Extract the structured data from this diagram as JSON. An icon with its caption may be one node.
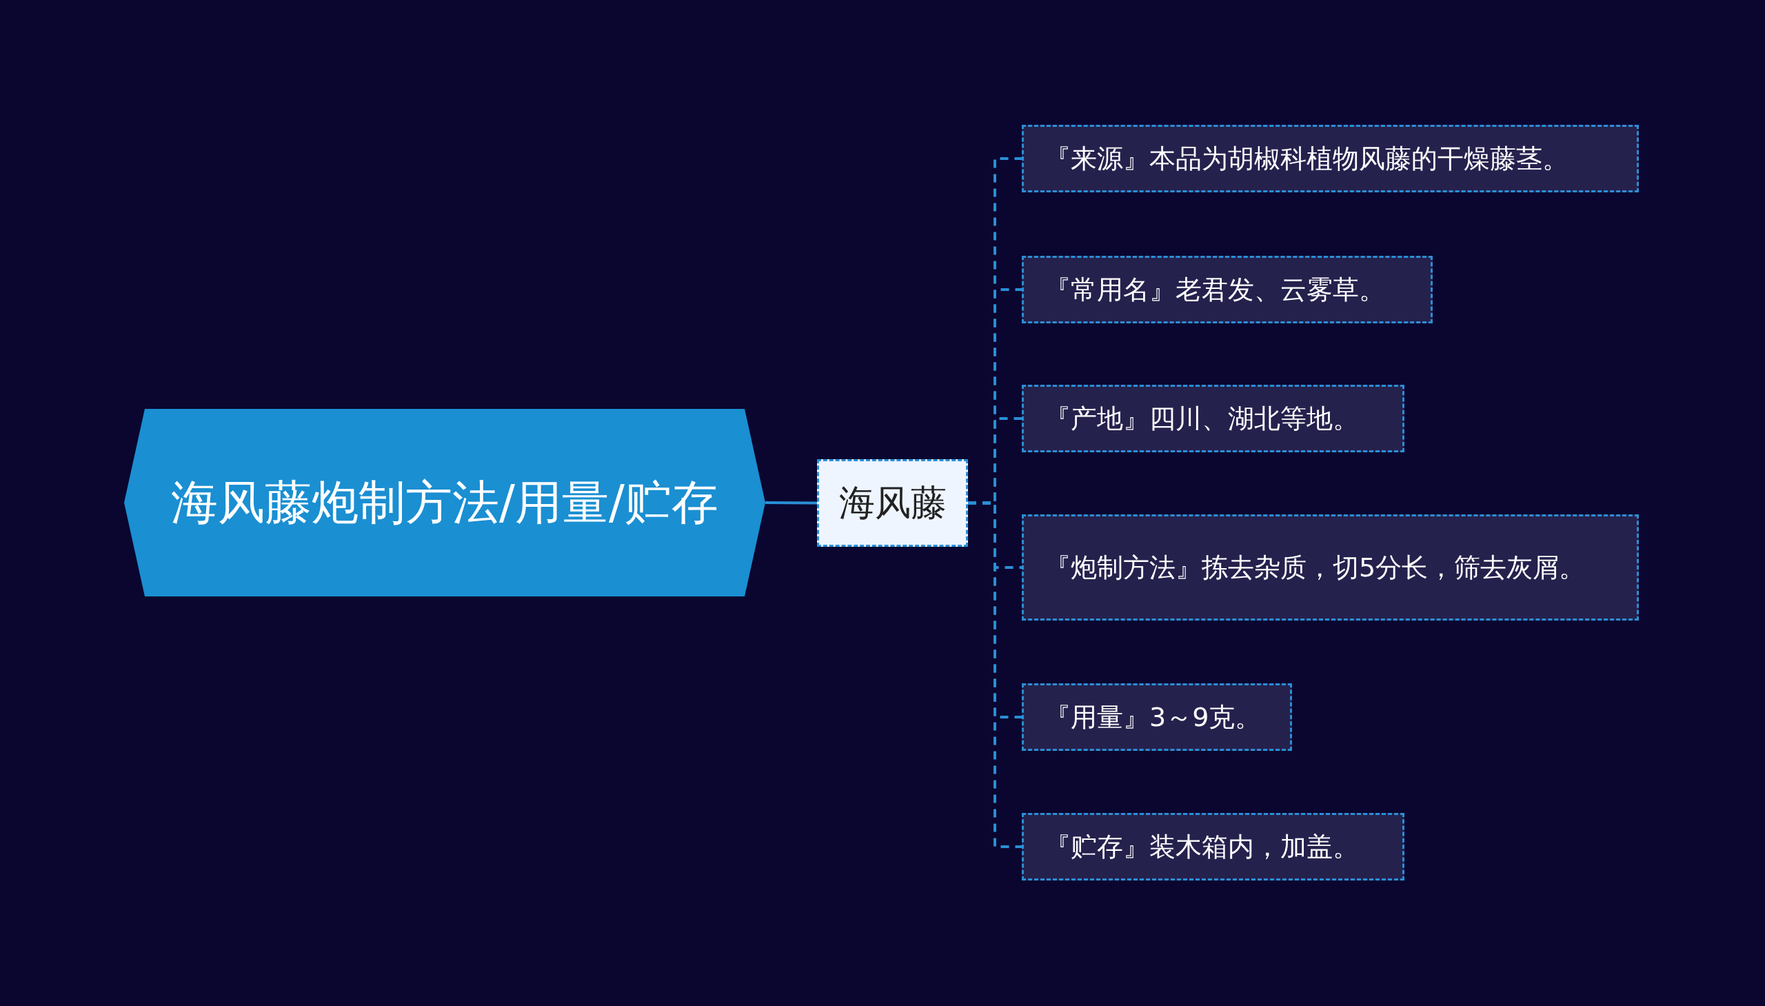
{
  "diagram": {
    "nodes": [
      {
        "text": [
          "海风藤炮制方法/用量/贮存"
        ]
      },
      {
        "text": [
          "海风藤"
        ]
      },
      {
        "text": [
          "『来源』本品为胡椒科植物风藤的干燥藤茎。"
        ]
      },
      {
        "text": [
          "『常用名』老君发、云雾草。"
        ]
      },
      {
        "text": [
          "『产地』四川、湖北等地。"
        ]
      },
      {
        "text": [
          "『炮制方法』拣去杂质，切5分长，筛去灰屑。"
        ]
      },
      {
        "text": [
          "『用量』3～9克。"
        ]
      },
      {
        "text": [
          "『贮存』装木箱内，加盖。"
        ]
      }
    ],
    "edges": [
      {
        "from": 0,
        "to": 1,
        "arrow": "none"
      },
      {
        "from": 1,
        "to": 2,
        "arrow": "none",
        "style": "dashed"
      },
      {
        "from": 1,
        "to": 3,
        "arrow": "none",
        "style": "dashed"
      },
      {
        "from": 1,
        "to": 4,
        "arrow": "none",
        "style": "dashed"
      },
      {
        "from": 1,
        "to": 5,
        "arrow": "none",
        "style": "dashed"
      },
      {
        "from": 1,
        "to": 6,
        "arrow": "none",
        "style": "dashed"
      },
      {
        "from": 1,
        "to": 7,
        "arrow": "none",
        "style": "dashed"
      }
    ]
  }
}
